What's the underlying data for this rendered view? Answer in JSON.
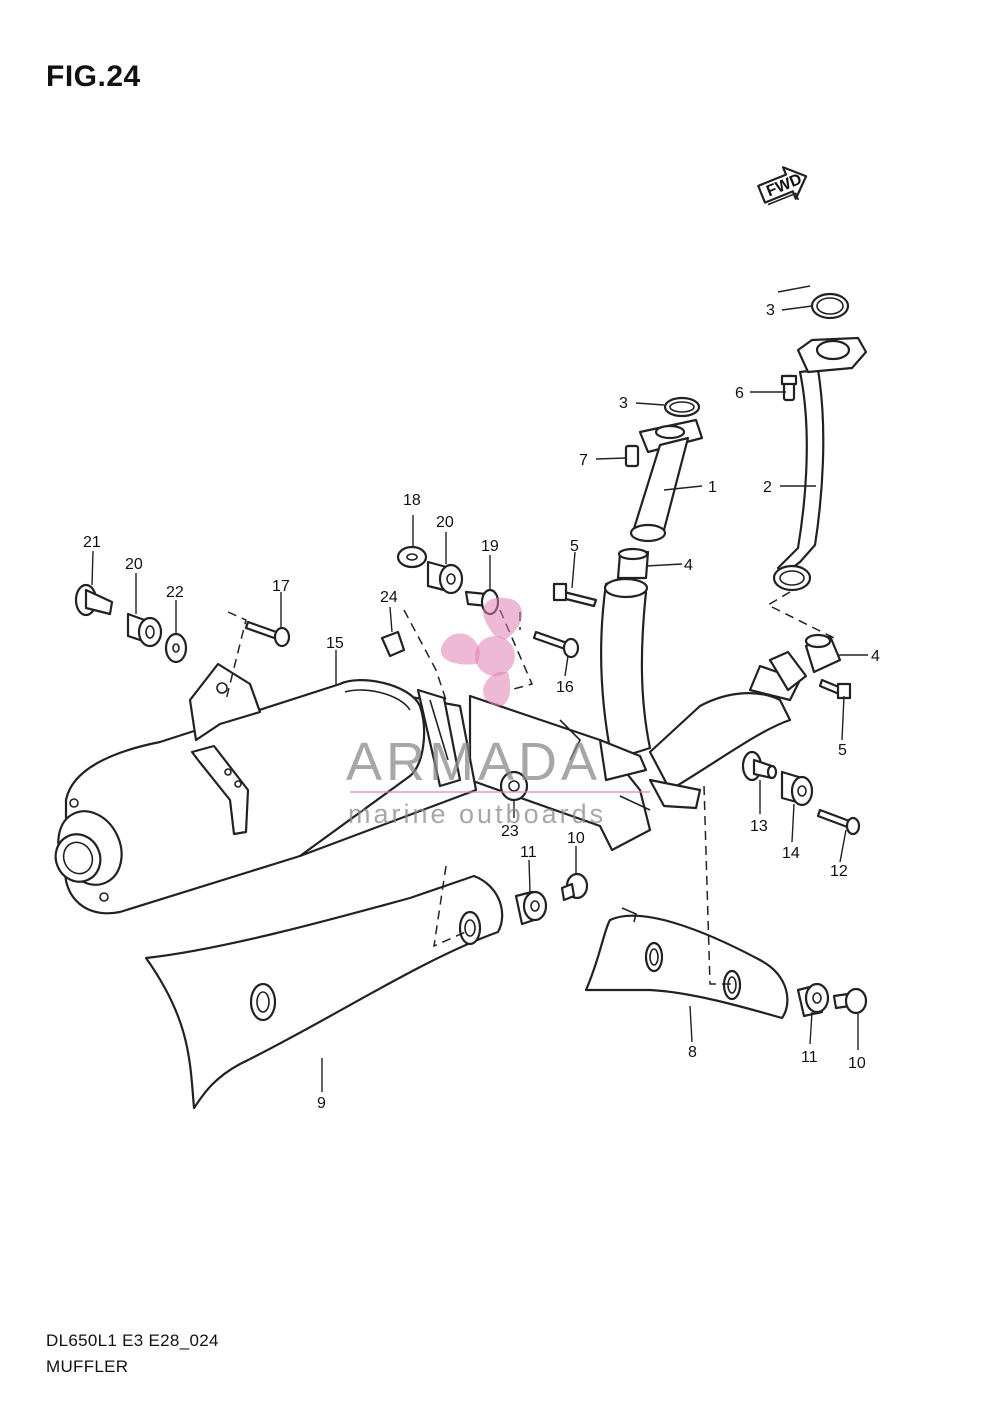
{
  "figure": {
    "title": "FIG.24",
    "code": "DL650L1 E3 E28_024",
    "name": "MUFFLER"
  },
  "direction_marker": {
    "label": "FWD",
    "icon": "fwd-arrow-icon"
  },
  "watermark": {
    "brand": "ARMADA",
    "tagline": "marine outboards",
    "logo_icon": "propeller-logo-icon"
  },
  "callouts": {
    "c1": "1",
    "c2": "2",
    "c3a": "3",
    "c3b": "3",
    "c4a": "4",
    "c4b": "4",
    "c5a": "5",
    "c5b": "5",
    "c6": "6",
    "c7": "7",
    "c8": "8",
    "c9": "9",
    "c10a": "10",
    "c10b": "10",
    "c11a": "11",
    "c11b": "11",
    "c12": "12",
    "c13": "13",
    "c14": "14",
    "c15": "15",
    "c16": "16",
    "c17": "17",
    "c18": "18",
    "c19": "19",
    "c20a": "20",
    "c20b": "20",
    "c21": "21",
    "c22": "22",
    "c23": "23",
    "c24": "24"
  }
}
